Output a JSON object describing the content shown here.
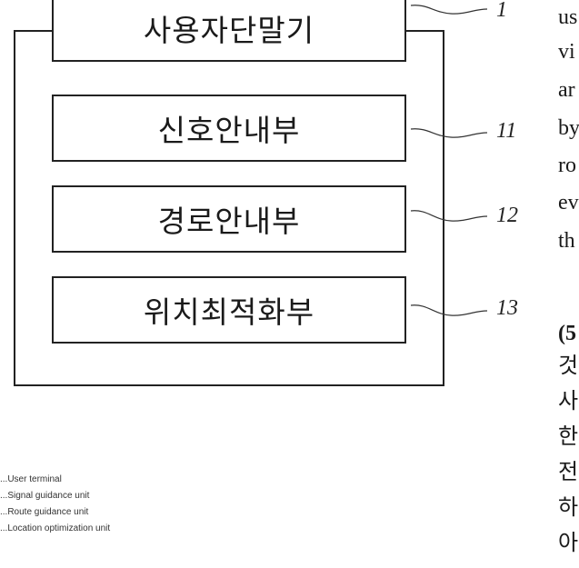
{
  "diagram": {
    "boxes": [
      {
        "id": "user-terminal",
        "label": "사용자단말기",
        "ref": "1"
      },
      {
        "id": "signal-guidance",
        "label": "신호안내부",
        "ref": "11"
      },
      {
        "id": "route-guidance",
        "label": "경로안내부",
        "ref": "12"
      },
      {
        "id": "location-optimization",
        "label": "위치최적화부",
        "ref": "13"
      }
    ],
    "legend": [
      "...User terminal",
      "...Signal guidance unit",
      "...Route guidance unit",
      "...Location optimization unit"
    ]
  },
  "side_text": {
    "lines": [
      "us",
      "vi",
      "ar",
      "by",
      "ro",
      "ev",
      "th",
      "",
      "(5",
      "것",
      "사",
      "한",
      "전",
      "하",
      "아"
    ]
  }
}
